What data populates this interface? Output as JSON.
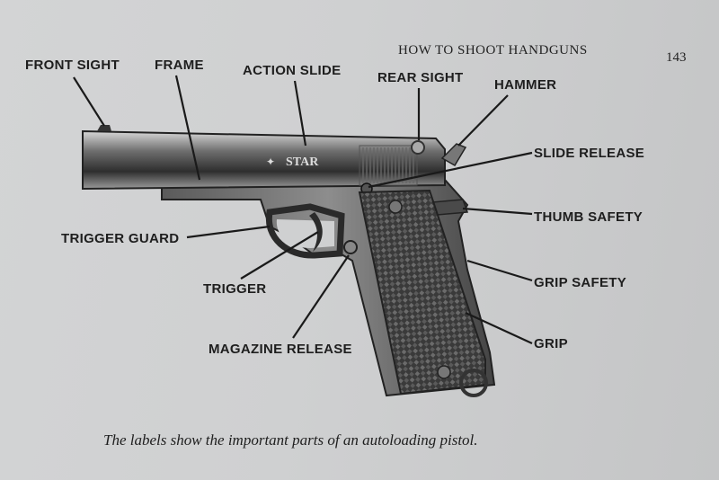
{
  "page": {
    "running_header": "HOW TO SHOOT HANDGUNS",
    "page_number": "143"
  },
  "pistol": {
    "slide_marking": "STAR"
  },
  "labels": {
    "front_sight": "FRONT SIGHT",
    "frame": "FRAME",
    "action_slide": "ACTION SLIDE",
    "rear_sight": "REAR SIGHT",
    "hammer": "HAMMER",
    "slide_release": "SLIDE RELEASE",
    "thumb_safety": "THUMB SAFETY",
    "trigger_guard": "TRIGGER GUARD",
    "grip_safety": "GRIP SAFETY",
    "trigger": "TRIGGER",
    "grip": "GRIP",
    "magazine_release": "MAGAZINE RELEASE"
  },
  "caption": "The labels show the important parts of an autoloading pistol."
}
